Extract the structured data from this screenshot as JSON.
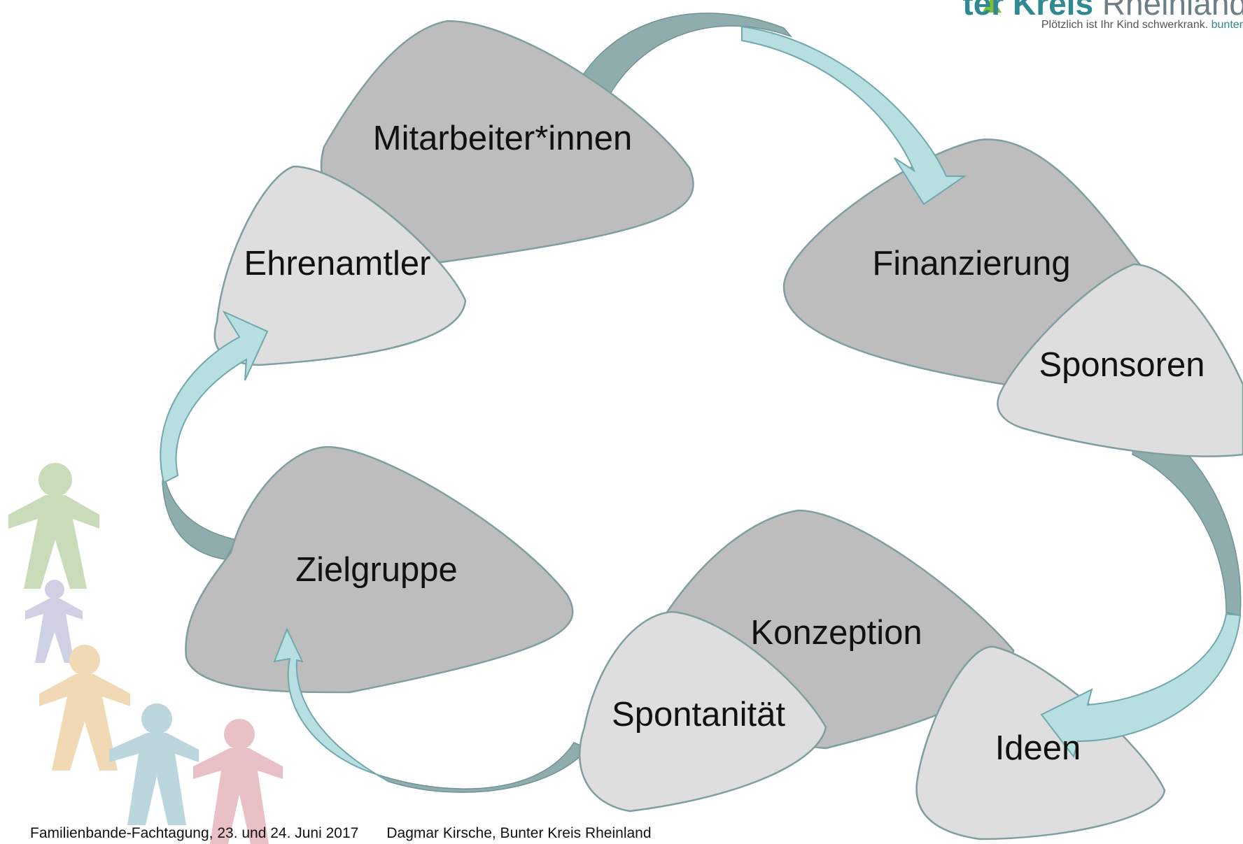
{
  "logo": {
    "brand_bold": "Bunter Kreis",
    "brand_light": "Rheinland",
    "slogan": "Plötzlich ist Ihr Kind schwerkrank.",
    "slogan_highlight": "bunter"
  },
  "diagram": {
    "nodes": [
      {
        "id": "mitarbeiter",
        "label": "Mitarbeiter*innen"
      },
      {
        "id": "ehrenamtler",
        "label": "Ehrenamtler"
      },
      {
        "id": "finanzierung",
        "label": "Finanzierung"
      },
      {
        "id": "sponsoren",
        "label": "Sponsoren"
      },
      {
        "id": "zielgruppe",
        "label": "Zielgruppe"
      },
      {
        "id": "konzeption",
        "label": "Konzeption"
      },
      {
        "id": "spontanitaet",
        "label": "Spontanität"
      },
      {
        "id": "ideen",
        "label": "Ideen"
      }
    ],
    "edges": [
      {
        "from": "mitarbeiter",
        "to": "finanzierung"
      },
      {
        "from": "sponsoren",
        "to": "ideen"
      },
      {
        "from": "spontanitaet",
        "to": "zielgruppe"
      },
      {
        "from": "zielgruppe",
        "to": "ehrenamtler"
      }
    ]
  },
  "decoration": {
    "figures": [
      {
        "color": "#c9dbb8"
      },
      {
        "color": "#cfd0e3"
      },
      {
        "color": "#f1d9b5"
      },
      {
        "color": "#bcd6de"
      },
      {
        "color": "#e8c0c5"
      }
    ]
  },
  "footer": {
    "event": "Familienbande-Fachtagung, 23. und 24. Juni 2017",
    "author": "Dagmar Kirsche, Bunter Kreis Rheinland"
  }
}
